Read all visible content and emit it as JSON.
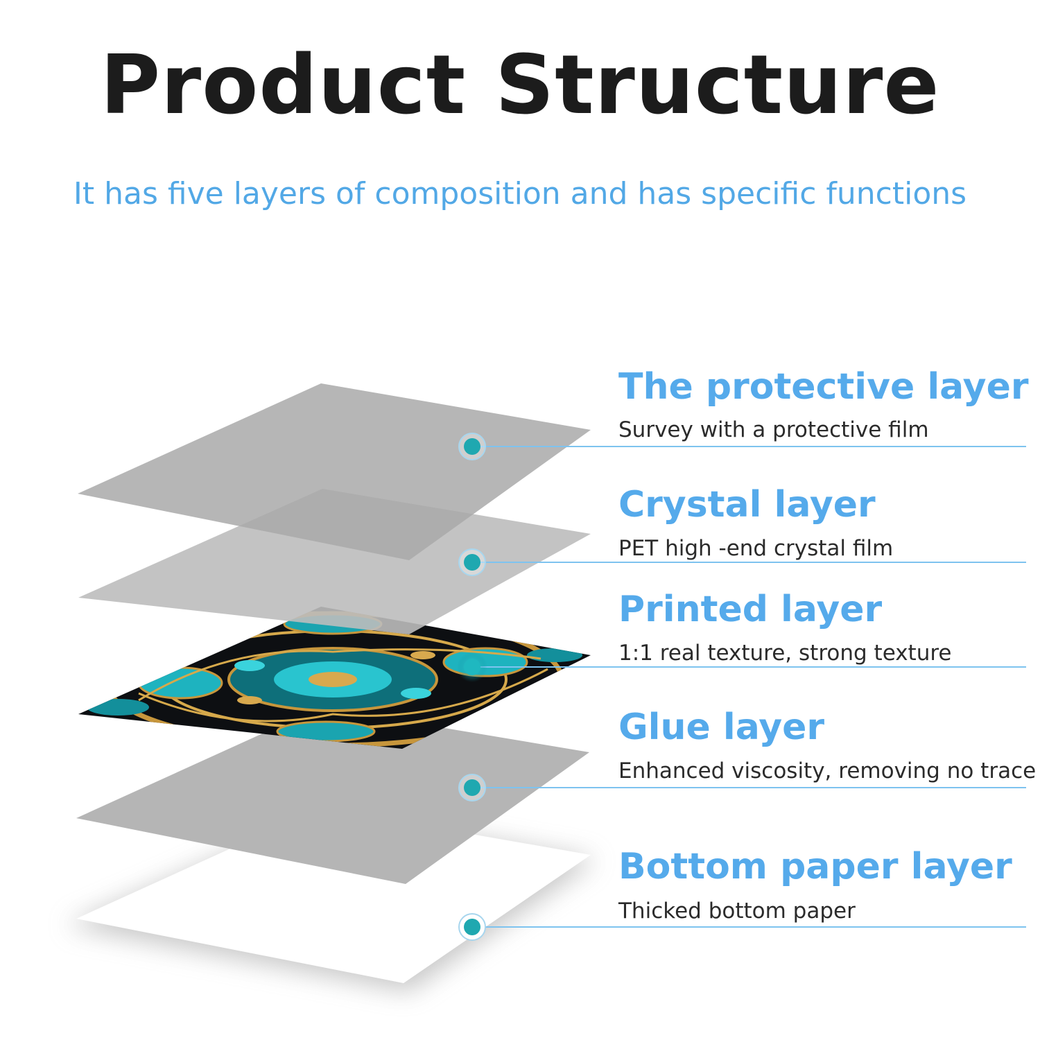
{
  "title": "Product Structure",
  "subtitle": "It has five layers of composition and has specific functions",
  "colors": {
    "accent_blue": "#55aaeb",
    "marker_teal": "#1fa8b0",
    "leader_line": "#7ec3ef",
    "sheet_gray": "#b5b5b5"
  },
  "layers": [
    {
      "name": "The protective layer",
      "description": "Survey with a protective film"
    },
    {
      "name": "Crystal layer",
      "description": "PET high -end crystal film"
    },
    {
      "name": "Printed layer",
      "description": "1:1 real texture, strong texture"
    },
    {
      "name": "Glue layer",
      "description": "Enhanced viscosity, removing no trace"
    },
    {
      "name": "Bottom paper layer",
      "description": "Thicked bottom paper"
    }
  ]
}
